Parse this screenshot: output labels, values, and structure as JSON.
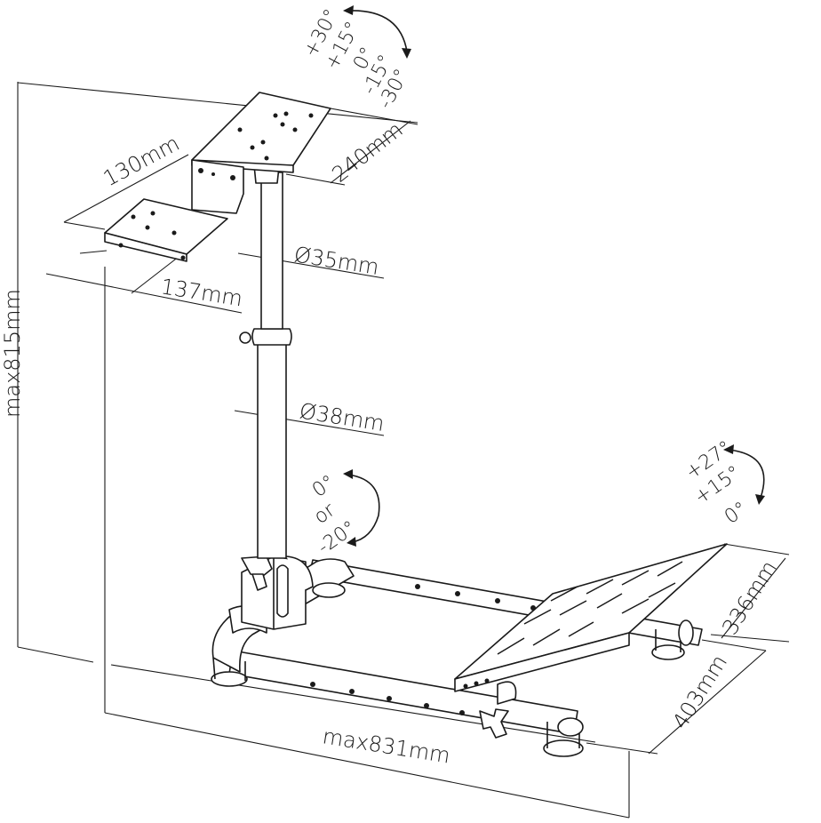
{
  "dimensions": {
    "height": "max815mm",
    "width": "max831mm",
    "depth": "403mm",
    "pedal_plate_width": "336mm",
    "wheel_plate_width": "240mm",
    "shifter_plate_depth": "130mm",
    "shifter_plate_width": "137mm",
    "upper_tube_diameter": "Ø35mm",
    "lower_tube_diameter": "Ø38mm"
  },
  "angles": {
    "wheel_tilt": [
      "+30°",
      "+15°",
      "0°",
      "-15°",
      "-30°"
    ],
    "column_tilt": [
      "0°",
      "or",
      "-20°"
    ],
    "pedal_tilt": [
      "+27°",
      "+15°",
      "0°"
    ]
  }
}
